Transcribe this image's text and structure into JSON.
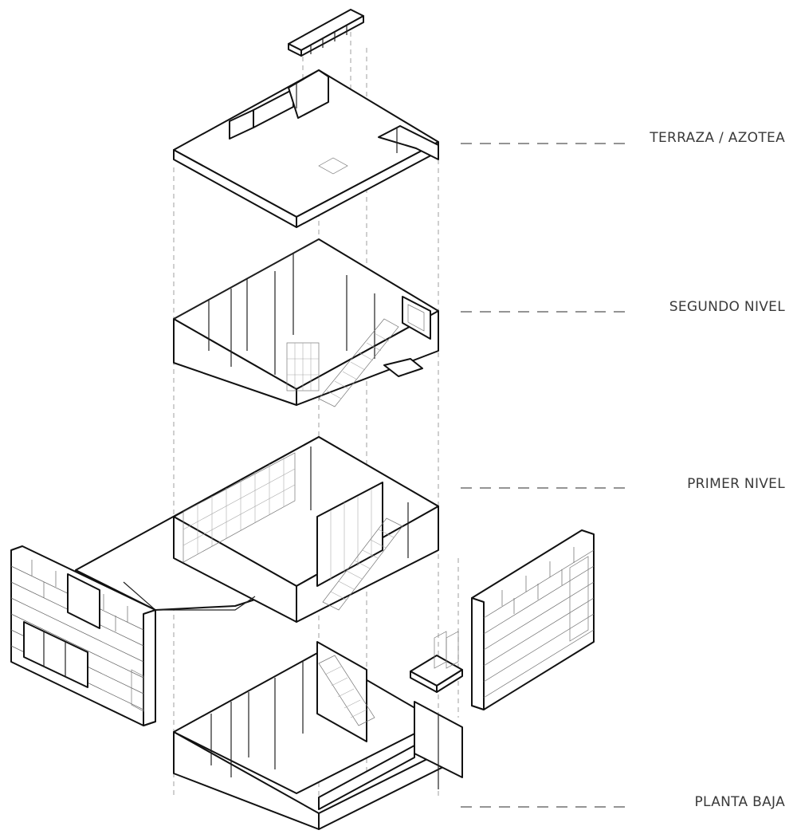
{
  "diagram": {
    "levels": [
      {
        "id": "terraza",
        "label": "TERRAZA / AZOTEA"
      },
      {
        "id": "segundo",
        "label": "SEGUNDO NIVEL"
      },
      {
        "id": "primer",
        "label": "PRIMER NIVEL"
      },
      {
        "id": "planta",
        "label": "PLANTA BAJA"
      }
    ]
  }
}
